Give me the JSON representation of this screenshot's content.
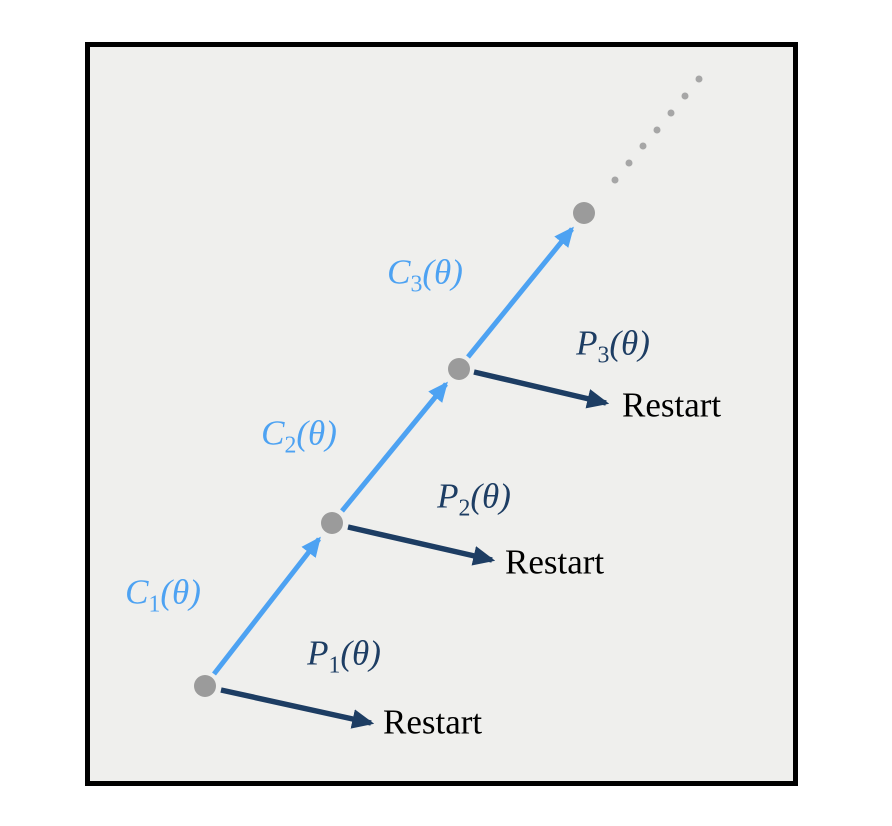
{
  "colors": {
    "page-bg": "#ffffff",
    "box-bg": "#efefed",
    "box-border": "#000000",
    "chain": "#4da2f2",
    "restart": "#1d3d63",
    "node": "#9b9b9b",
    "dots": "#a6a6a6",
    "text": "#000000"
  },
  "chain_labels": [
    {
      "sym": "C",
      "sub": "1",
      "arg": "(θ)"
    },
    {
      "sym": "C",
      "sub": "2",
      "arg": "(θ)"
    },
    {
      "sym": "C",
      "sub": "3",
      "arg": "(θ)"
    }
  ],
  "proposal_labels": [
    {
      "sym": "P",
      "sub": "1",
      "arg": "(θ)"
    },
    {
      "sym": "P",
      "sub": "2",
      "arg": "(θ)"
    },
    {
      "sym": "P",
      "sub": "3",
      "arg": "(θ)"
    }
  ],
  "restart_labels": [
    {
      "text": "Restart"
    },
    {
      "text": "Restart"
    },
    {
      "text": "Restart"
    }
  ]
}
